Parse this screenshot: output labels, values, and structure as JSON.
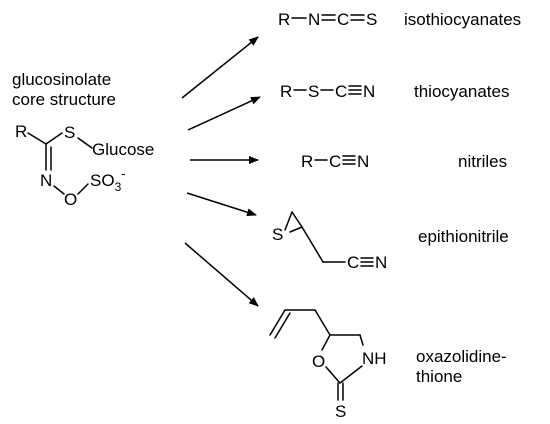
{
  "core": {
    "caption_line1": "glucosinolate",
    "caption_line2": "core structure",
    "atoms": {
      "r": "R",
      "s": "S",
      "glucose": "Glucose",
      "n": "N",
      "o": "O",
      "so3": "SO",
      "so3_sub": "3",
      "so3_sup": "-"
    }
  },
  "products": [
    {
      "name": "isothiocyanates",
      "formula": [
        "R",
        "N",
        "C",
        "S"
      ]
    },
    {
      "name": "thiocyanates",
      "formula": [
        "R",
        "S",
        "C",
        "N"
      ]
    },
    {
      "name": "nitriles",
      "formula": [
        "R",
        "C",
        "N"
      ]
    },
    {
      "name": "epithionitrile",
      "atoms": {
        "s": "S",
        "c": "C",
        "n": "N"
      }
    },
    {
      "name_line1": "oxazolidine-",
      "name_line2": "thione",
      "atoms": {
        "o": "O",
        "nh": "NH",
        "s": "S"
      }
    }
  ]
}
